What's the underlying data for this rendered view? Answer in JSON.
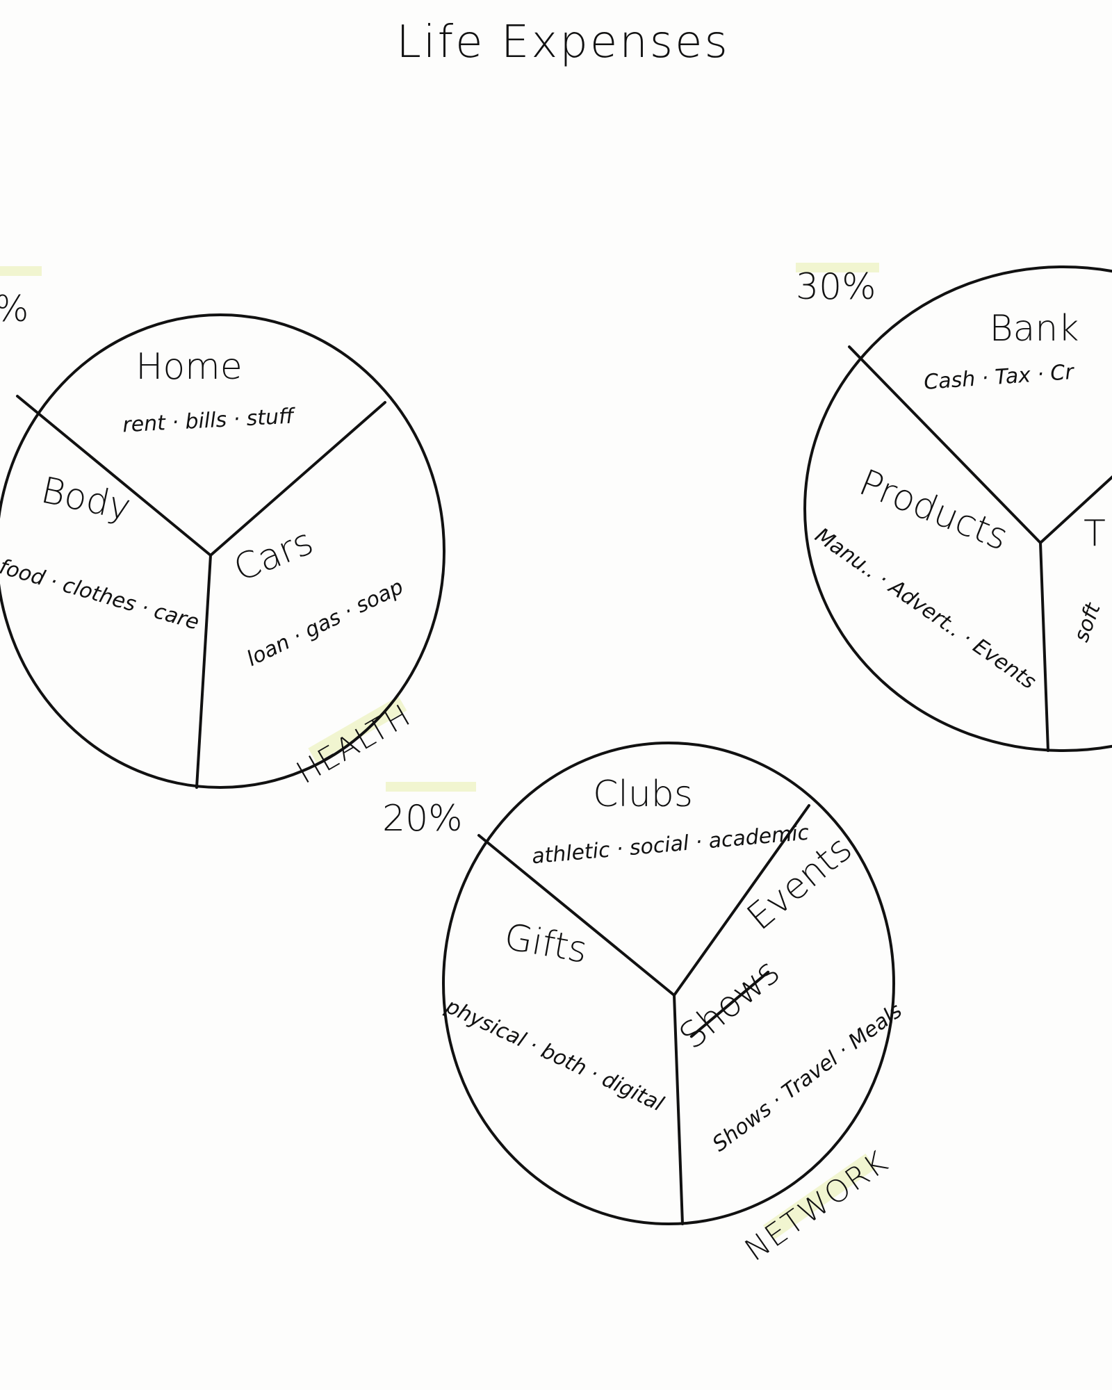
{
  "title": "Life Expenses",
  "diagrams": {
    "health": {
      "percent": "%",
      "group_label": "HEALTH",
      "segments": [
        {
          "name": "Home",
          "items": "rent · bills · stuff"
        },
        {
          "name": "Body",
          "items": "food · clothes · care"
        },
        {
          "name": "Cars",
          "items": "loan · gas · soap"
        }
      ]
    },
    "business": {
      "percent": "30%",
      "segments": [
        {
          "name": "Bank",
          "items": "Cash · Tax · Cr"
        },
        {
          "name": "Products",
          "items": "Manu.. · Advert.. · Events"
        },
        {
          "name": "T",
          "items": "soft"
        }
      ]
    },
    "network": {
      "percent": "20%",
      "group_label": "NETWORK",
      "segments": [
        {
          "name": "Clubs",
          "items": "athletic · social · academic"
        },
        {
          "name": "Gifts",
          "items": "physical · both · digital"
        },
        {
          "name": "Events",
          "struck": "Shows",
          "items": "Shows · Travel · Meals"
        }
      ]
    }
  }
}
